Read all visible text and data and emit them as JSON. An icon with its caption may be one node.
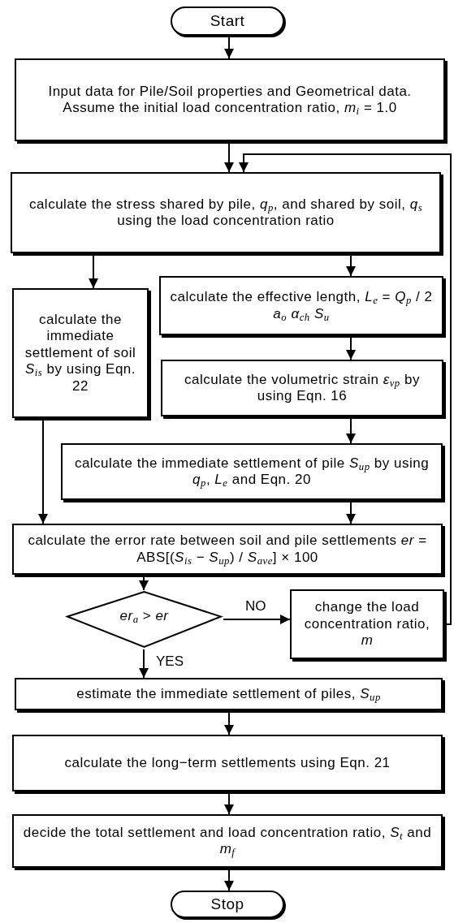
{
  "diagram": {
    "nodes": [
      {
        "text": [
          "Start"
        ]
      },
      {
        "text": [
          "Input data for Pile/Soil properties and Geometrical data. Assume the initial load concentration ratio, *m*$_{i}$ = 1.0"
        ]
      },
      {
        "text": [
          "calculate the stress shared by pile, *q*$_{p}$, and shared by soil, *q*$_{s}$ using the load concentration ratio"
        ]
      },
      {
        "text": [
          "calculate the immediate settlement of soil *S*$_{is}$ by using Eqn. 22"
        ]
      },
      {
        "text": [
          "calculate the effective length, *L*$_{e}$ = *Q*$_{p}$ / 2 *a*$_{o}$ *α*$_{ch}$ *S*$_{u}$"
        ]
      },
      {
        "text": [
          "calculate the volumetric strain *ε*$_{vp}$ by using Eqn. 16"
        ]
      },
      {
        "text": [
          "calculate the immediate settlement of pile *S*$_{up}$ by using *q*$_{p}$, *L*$_{e}$ and Eqn. 20"
        ]
      },
      {
        "text": [
          "calculate the error rate between soil and pile settlements *er* = ABS[(*S*$_{is}$ − *S*$_{up}$) / *S*$_{ave}$] × 100"
        ]
      },
      {
        "text": [
          "*er*$_{a}$ > *er*"
        ]
      },
      {
        "text": [
          "change the load concentration ratio, *m*"
        ]
      },
      {
        "text": [
          "estimate the immediate settlement of piles, *S*$_{up}$"
        ]
      },
      {
        "text": [
          "calculate the long−term settlements using Eqn. 21"
        ]
      },
      {
        "text": [
          "decide the total settlement and load concentration ratio, *S*$_{t}$ and *m*$_{f}$"
        ]
      },
      {
        "text": [
          "Stop"
        ]
      }
    ],
    "edges": [
      {
        "from": 0,
        "to": 1,
        "arrow": "to"
      },
      {
        "from": 1,
        "to": 2,
        "arrow": "to"
      },
      {
        "from": 2,
        "to": 3,
        "arrow": "to"
      },
      {
        "from": 2,
        "to": 4,
        "arrow": "to"
      },
      {
        "from": 4,
        "to": 5,
        "arrow": "to"
      },
      {
        "from": 5,
        "to": 6,
        "arrow": "to"
      },
      {
        "from": 3,
        "to": 7,
        "arrow": "to"
      },
      {
        "from": 6,
        "to": 7,
        "arrow": "to"
      },
      {
        "from": 7,
        "to": 8,
        "arrow": "to"
      },
      {
        "from": 8,
        "to": 9,
        "arrow": "to",
        "label": "NO"
      },
      {
        "from": 8,
        "to": 10,
        "arrow": "to",
        "label": "YES"
      },
      {
        "from": 9,
        "to": 2,
        "arrow": "to"
      },
      {
        "from": 10,
        "to": 11,
        "arrow": "to"
      },
      {
        "from": 11,
        "to": 12,
        "arrow": "to"
      },
      {
        "from": 12,
        "to": 13,
        "arrow": "to"
      }
    ]
  }
}
